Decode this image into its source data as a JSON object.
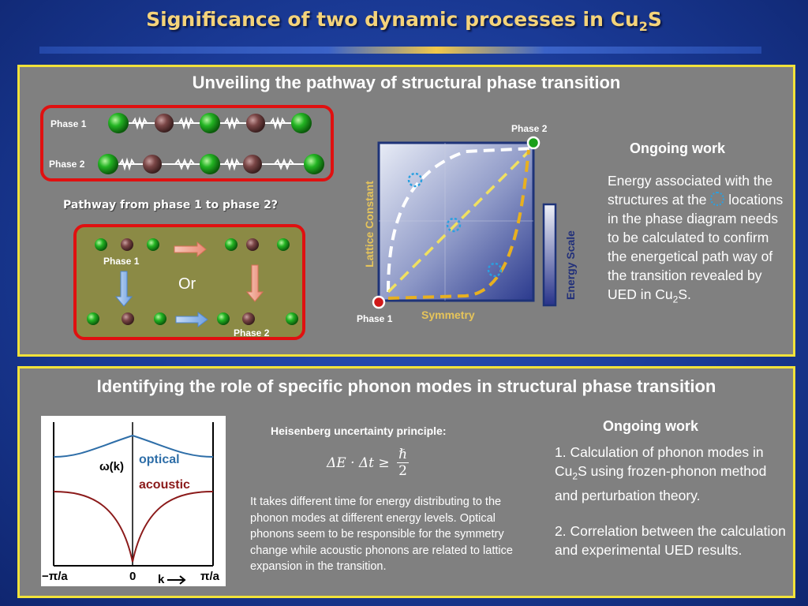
{
  "title": {
    "main": "Significance of two dynamic processes in Cu",
    "sub": "2",
    "tail": "S"
  },
  "top": {
    "heading": "Unveiling the pathway of structural phase transition",
    "phase1_label": "Phase 1",
    "phase2_label": "Phase 2",
    "pathway_question": "Pathway from phase 1 to phase 2?",
    "path_phase1": "Phase 1",
    "path_or": "Or",
    "path_phase2": "Phase 2",
    "diagram": {
      "phase2_label": "Phase 2",
      "phase1_label": "Phase 1",
      "y_axis": "Lattice Constant",
      "x_axis": "Symmetry",
      "energy_scale": "Energy Scale"
    },
    "ongoing_title": "Ongoing work",
    "ongoing_text_a": "Energy associated with the structures at the",
    "ongoing_text_b": "locations in the phase diagram needs to be calculated to confirm the energetical path way of the transition revealed by UED in Cu",
    "ongoing_sub": "2",
    "ongoing_tail": "S."
  },
  "bottom": {
    "heading": "Identifying the role of specific phonon modes in structural phase transition",
    "graph": {
      "y_label": "ω(k)",
      "optical": "optical",
      "acoustic": "acoustic",
      "x_left": "−π/a",
      "x_zero": "0",
      "x_k": "k",
      "x_right": "π/a"
    },
    "heisenberg_title": "Heisenberg uncertainty principle:",
    "formula_lhs": "ΔE · Δt ≥",
    "formula_num": "ℏ",
    "formula_den": "2",
    "explanation": "It takes different time for energy distributing to the phonon modes at different energy levels. Optical phonons seem to be responsible for the symmetry change while acoustic phonons are related to lattice expansion in the transition.",
    "ongoing_title": "Ongoing work",
    "item1_a": "1.  Calculation of phonon modes in Cu",
    "item1_sub": "2",
    "item1_b": "S using frozen-phonon method and perturbation theory.",
    "item2": "2.  Correlation between the calculation and experimental UED results."
  },
  "colors": {
    "green_atom": "#1fa01f",
    "brown_atom": "#6b3b3b",
    "panel_border": "#f1e23a",
    "red_border": "#e01010",
    "title_color": "#f4d37a",
    "optical_curve": "#2e6ea8",
    "acoustic_curve": "#8b1a1a"
  }
}
